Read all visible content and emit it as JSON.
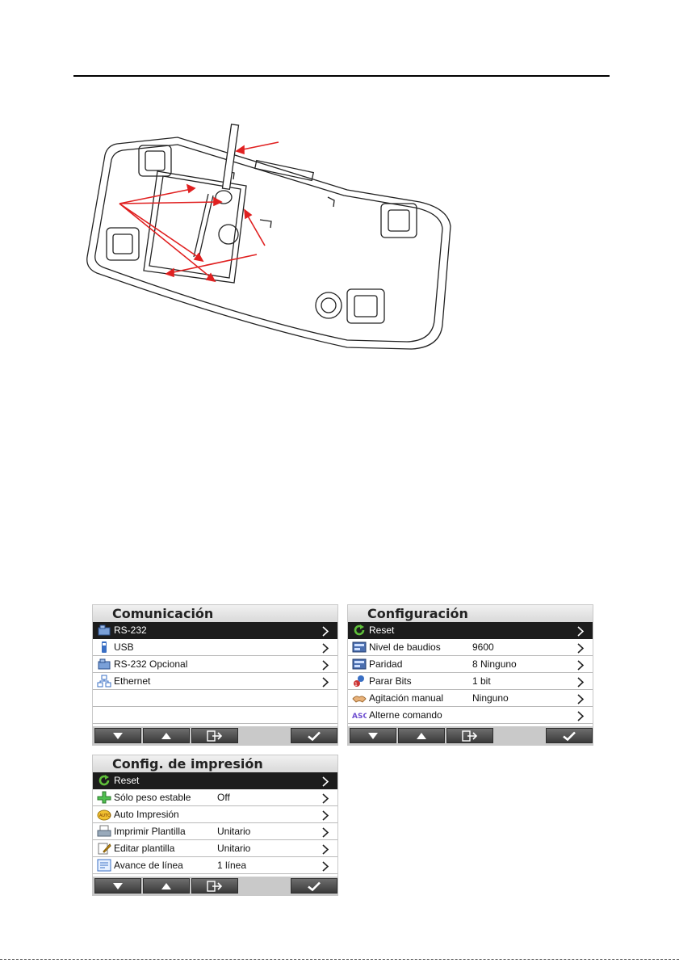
{
  "panels": {
    "comunicacion": {
      "title": "Comunicación",
      "rows": [
        {
          "label": "RS-232",
          "value": "",
          "icon": "rs232-icon",
          "selected": true
        },
        {
          "label": "USB",
          "value": "",
          "icon": "usb-icon"
        },
        {
          "label": "RS-232 Opcional",
          "value": "",
          "icon": "rs232-optional-icon"
        },
        {
          "label": "Ethernet",
          "value": "",
          "icon": "ethernet-icon"
        },
        {
          "label": "",
          "value": "",
          "icon": ""
        },
        {
          "label": "",
          "value": "",
          "icon": ""
        }
      ]
    },
    "configuracion": {
      "title": "Configuración",
      "rows": [
        {
          "label": "Reset",
          "value": "",
          "icon": "reset-icon",
          "selected": true
        },
        {
          "label": "Nivel de baudios",
          "value": "9600",
          "icon": "baud-icon"
        },
        {
          "label": "Paridad",
          "value": "8 Ninguno",
          "icon": "parity-icon"
        },
        {
          "label": "Parar Bits",
          "value": "1 bit",
          "icon": "stop-bits-icon"
        },
        {
          "label": "Agitación manual",
          "value": "Ninguno",
          "icon": "handshake-icon"
        },
        {
          "label": "Alterne comando",
          "value": "",
          "icon": "ascii-icon"
        }
      ]
    },
    "impresion": {
      "title": "Config. de impresión",
      "rows": [
        {
          "label": "Reset",
          "value": "",
          "icon": "reset-icon",
          "selected": true
        },
        {
          "label": "Sólo peso estable",
          "value": "Off",
          "icon": "stable-weight-icon"
        },
        {
          "label": "Auto Impresión",
          "value": "",
          "icon": "auto-print-icon"
        },
        {
          "label": "Imprimir Plantilla",
          "value": "Unitario",
          "icon": "print-template-icon"
        },
        {
          "label": "Editar plantilla",
          "value": "Unitario",
          "icon": "edit-template-icon"
        },
        {
          "label": "Avance de línea",
          "value": "1 línea",
          "icon": "line-feed-icon"
        }
      ]
    }
  },
  "toolbar_buttons": [
    "arrow-down-icon",
    "arrow-up-icon",
    "exit-icon",
    "check-icon"
  ],
  "colors": {
    "selected_row": "#1c1c1c",
    "title_bar": "#e2e2e2",
    "button": "#4a4a4a",
    "arrow": "#e02020"
  }
}
